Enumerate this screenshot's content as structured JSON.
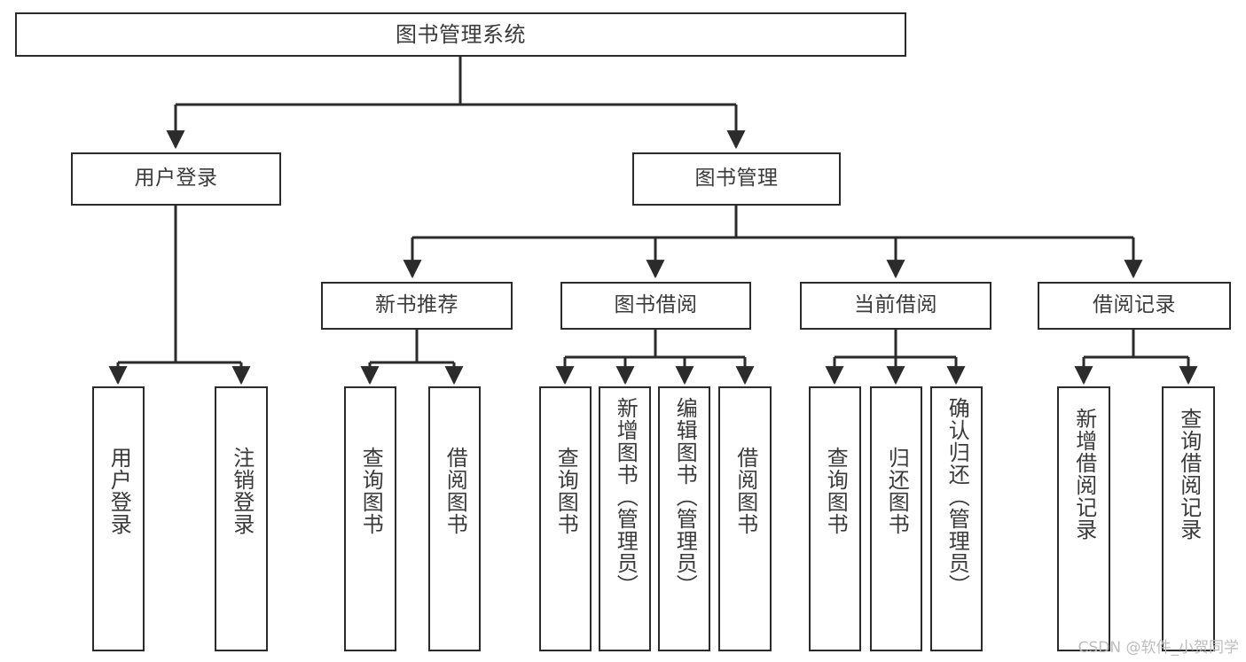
{
  "diagram": {
    "type": "tree",
    "title": "图书管理系统",
    "watermark": "CSDN @软件_小贺同学",
    "colors": {
      "border": "#2b2b2b",
      "text": "#3a3a3a",
      "background": "#ffffff",
      "edge": "#2b2b2b",
      "watermark": "#bdbdbd"
    },
    "nodes": {
      "root": {
        "label": "图书管理系统"
      },
      "level1": [
        {
          "id": "user-login",
          "label": "用户登录"
        },
        {
          "id": "book-manage",
          "label": "图书管理"
        }
      ],
      "level2": [
        {
          "id": "new-book-recommend",
          "label": "新书推荐"
        },
        {
          "id": "book-borrow",
          "label": "图书借阅"
        },
        {
          "id": "current-borrow",
          "label": "当前借阅"
        },
        {
          "id": "borrow-record",
          "label": "借阅记录"
        }
      ],
      "leaves": {
        "user_login": [
          {
            "id": "leaf-user-login",
            "label": "用户登录"
          },
          {
            "id": "leaf-user-logout",
            "label": "注销登录"
          }
        ],
        "new_book_recommend": [
          {
            "id": "leaf-query-book-1",
            "label": "查询图书"
          },
          {
            "id": "leaf-borrow-book-1",
            "label": "借阅图书"
          }
        ],
        "book_borrow": [
          {
            "id": "leaf-query-book-2",
            "label": "查询图书"
          },
          {
            "id": "leaf-add-book",
            "label": "新增图书（管理员）"
          },
          {
            "id": "leaf-edit-book",
            "label": "编辑图书（管理员）"
          },
          {
            "id": "leaf-borrow-book-2",
            "label": "借阅图书"
          }
        ],
        "current_borrow": [
          {
            "id": "leaf-query-book-3",
            "label": "查询图书"
          },
          {
            "id": "leaf-return-book",
            "label": "归还图书"
          },
          {
            "id": "leaf-confirm-return",
            "label": "确认归还（管理员）"
          }
        ],
        "borrow_record": [
          {
            "id": "leaf-add-record",
            "label": "新增借阅记录"
          },
          {
            "id": "leaf-query-record",
            "label": "查询借阅记录"
          }
        ]
      }
    }
  }
}
